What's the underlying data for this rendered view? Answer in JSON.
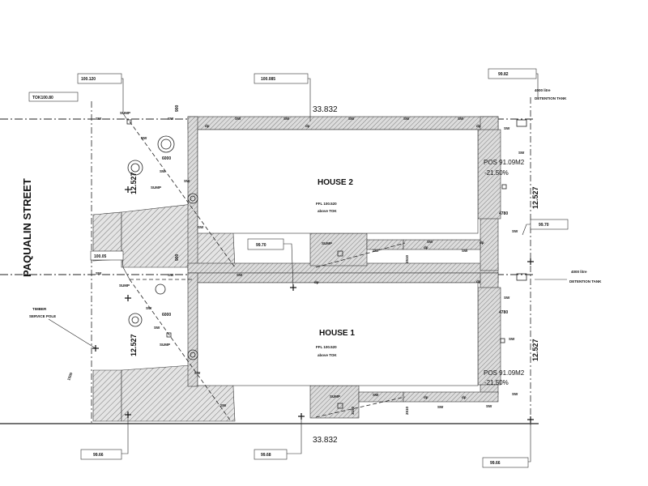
{
  "street": "PAQUALIN STREET",
  "houses": {
    "house2": {
      "title": "HOUSE 2",
      "ffl": "FFL 100.520",
      "ffl_note": "above TOK",
      "pos": "POS 91.09M2",
      "pos_pct": "-21.50%"
    },
    "house1": {
      "title": "HOUSE 1",
      "ffl": "FFL 100.520",
      "ffl_note": "above TOK",
      "pos": "POS 91.09M2",
      "pos_pct": "-21.50%"
    }
  },
  "levels": {
    "tok": "TOK100.80",
    "top_left": "100.120",
    "top_mid": "100.085",
    "top_right": "99.82",
    "mid_left": "100.05",
    "mid_center": "99.70",
    "mid_right": "99.70",
    "bottom_left": "99.66",
    "bottom_mid": "99.68",
    "bottom_right": "99.66"
  },
  "dims": {
    "top_length": "33.832",
    "bottom_length": "33.832",
    "width_left_top": "12.527",
    "width_left_bottom": "12.527",
    "width_right_top": "12.527",
    "width_right_bottom": "12.527",
    "setback_top": "900",
    "setback_mid": "900",
    "garden_top": "6000",
    "garden_bottom": "6000",
    "side_top": "4780",
    "side_bottom": "4780",
    "step_top": "2510",
    "step_bottom": "2510",
    "step_bottom2": "3150",
    "pole_offset": "1500"
  },
  "tanks": {
    "top": "4000 litre",
    "top_label": "DETENTION TANK",
    "mid": "4000 litre",
    "mid_label": "DETENTION TANK"
  },
  "service_pole": {
    "line1": "TIMBER",
    "line2": "SERVICE POLE"
  },
  "tags": {
    "sw": "SW",
    "dp": "dp",
    "sump": "SUMP"
  }
}
